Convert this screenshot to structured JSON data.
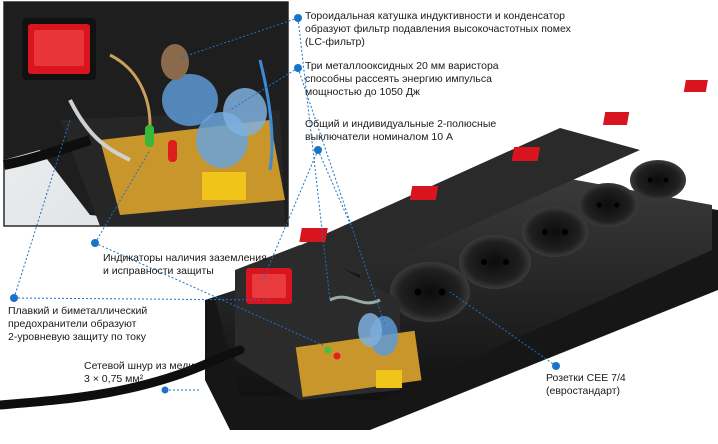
{
  "annotations": {
    "toroid": "Тороидальная катушка индуктивности и конденсатор\nобразуют фильтр подавления высокочастотных помех\n(LC-фильтр)",
    "varistor": "Три металлооксидных 20 мм варистора\nспособны рассеять энергию импульса\nмощностью до 1050 Дж",
    "switches": "Общий и индивидуальные 2-полюсные\nвыключатели номиналом 10 А",
    "indicators": "Индикаторы наличия заземления\nи исправности защиты",
    "fuses": "Плавкий и биметаллический\nпредохранители образуют\n2-уровневую защиту по току",
    "cord": "Сетевой шнур из меди\n3 × 0,75 мм²",
    "sockets": "Розетки CEE 7/4\n(евростандарт)"
  },
  "colors": {
    "body": "#1c1c1c",
    "switch_red": "#d8141e",
    "pcb": "#c8962a",
    "capacitor": "#f0c419",
    "leader": "#1a73c8"
  }
}
